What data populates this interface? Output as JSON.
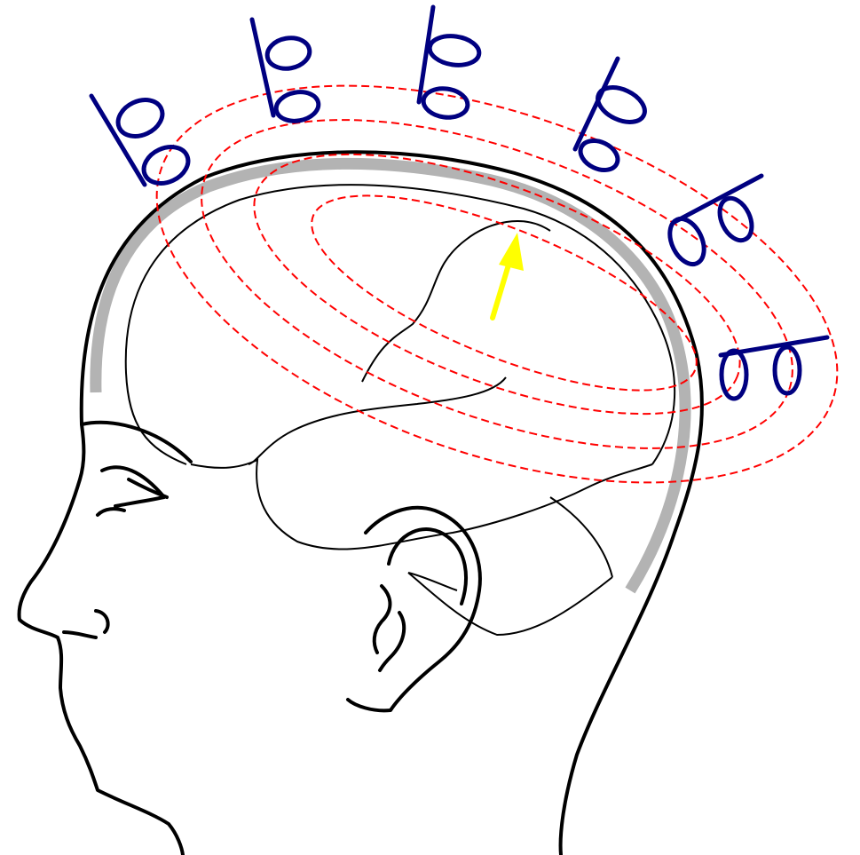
{
  "diagram": {
    "subject": "head-profile-with-brain",
    "components": [
      "head-outline",
      "skull-bone",
      "brain-outline",
      "ear",
      "eye",
      "magnetic-field-lines",
      "sensor-coils",
      "current-dipole-arrow"
    ]
  },
  "colors": {
    "outline": "#000000",
    "skull": "#b3b3b3",
    "field_lines": "#ff0000",
    "coils": "#000080",
    "dipole": "#ffff00",
    "background": "#ffffff"
  },
  "sensors": {
    "count": 6,
    "icon": "pickup-coil-icon"
  },
  "field_lines": {
    "count": 4,
    "style": "dashed"
  }
}
